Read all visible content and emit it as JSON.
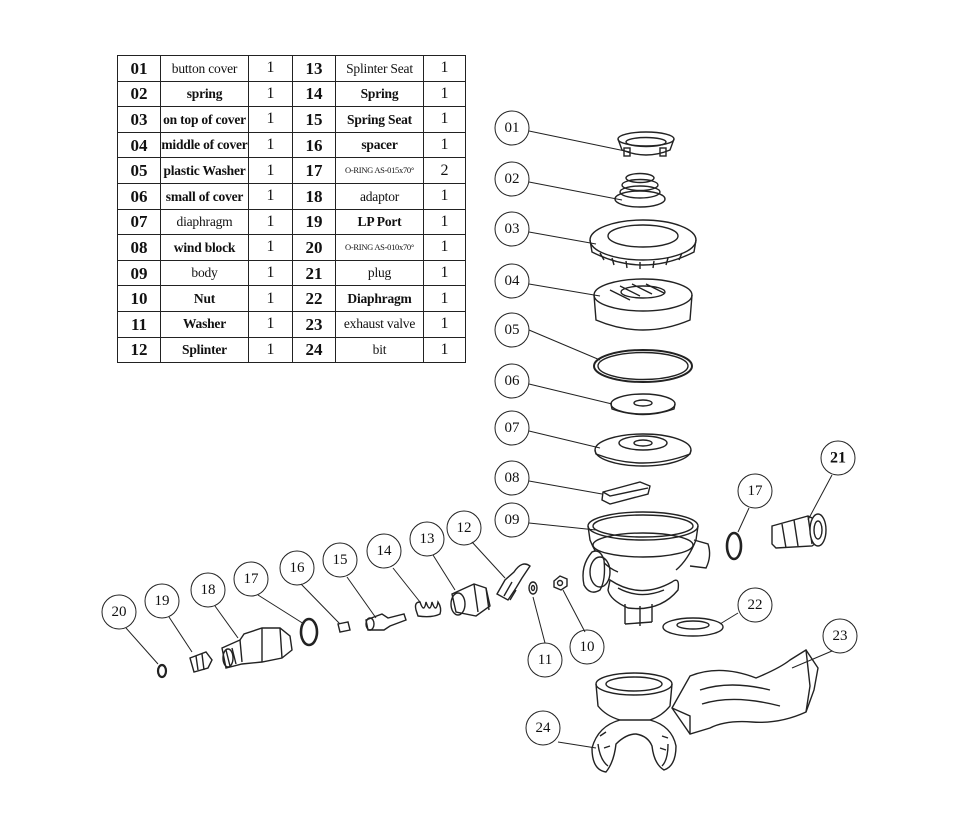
{
  "table": {
    "rows": [
      {
        "no": "01",
        "name": "button cover",
        "qty": "1",
        "no2": "13",
        "name2": "Splinter Seat",
        "qty2": "1"
      },
      {
        "no": "02",
        "name": "spring",
        "qty": "1",
        "no2": "14",
        "name2": "Spring",
        "qty2": "1"
      },
      {
        "no": "03",
        "name": "on top of cover",
        "qty": "1",
        "no2": "15",
        "name2": "Spring Seat",
        "qty2": "1"
      },
      {
        "no": "04",
        "name": "middle of cover",
        "qty": "1",
        "no2": "16",
        "name2": "spacer",
        "qty2": "1"
      },
      {
        "no": "05",
        "name": "plastic Washer",
        "qty": "1",
        "no2": "17",
        "name2": "O-RING AS-015x70°",
        "qty2": "2"
      },
      {
        "no": "06",
        "name": "small of cover",
        "qty": "1",
        "no2": "18",
        "name2": "adaptor",
        "qty2": "1"
      },
      {
        "no": "07",
        "name": "diaphragm",
        "qty": "1",
        "no2": "19",
        "name2": "LP Port",
        "qty2": "1"
      },
      {
        "no": "08",
        "name": "wind block",
        "qty": "1",
        "no2": "20",
        "name2": "O-RING AS-010x70°",
        "qty2": "1"
      },
      {
        "no": "09",
        "name": "body",
        "qty": "1",
        "no2": "21",
        "name2": "plug",
        "qty2": "1"
      },
      {
        "no": "10",
        "name": "Nut",
        "qty": "1",
        "no2": "22",
        "name2": "Diaphragm",
        "qty2": "1"
      },
      {
        "no": "11",
        "name": "Washer",
        "qty": "1",
        "no2": "23",
        "name2": "exhaust valve",
        "qty2": "1"
      },
      {
        "no": "12",
        "name": "Splinter",
        "qty": "1",
        "no2": "24",
        "name2": "bit",
        "qty2": "1"
      }
    ]
  },
  "callouts": {
    "c01": "01",
    "c02": "02",
    "c03": "03",
    "c04": "04",
    "c05": "05",
    "c06": "06",
    "c07": "07",
    "c08": "08",
    "c09": "09",
    "c10": "10",
    "c11": "11",
    "c12": "12",
    "c13": "13",
    "c14": "14",
    "c15": "15",
    "c16": "16",
    "c17a": "17",
    "c17b": "17",
    "c18": "18",
    "c19": "19",
    "c20": "20",
    "c21": "21",
    "c22": "22",
    "c23": "23",
    "c24": "24"
  }
}
